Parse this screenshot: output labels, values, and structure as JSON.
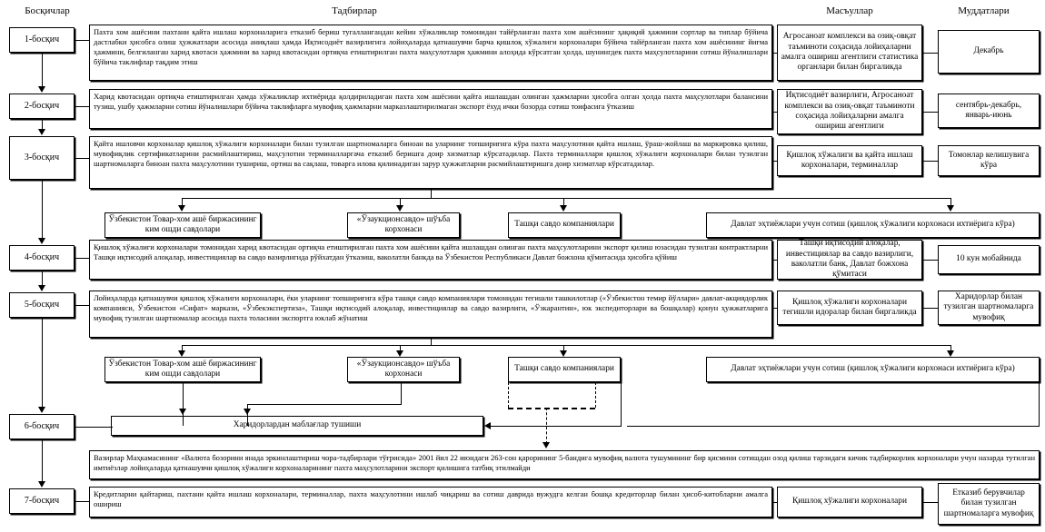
{
  "headers": {
    "stages": "Босқичлар",
    "measures": "Тадбирлар",
    "responsible": "Масъуллар",
    "deadlines": "Муддатлари"
  },
  "stages": [
    {
      "label": "1-босқич"
    },
    {
      "label": "2-босқич"
    },
    {
      "label": "3-босқич"
    },
    {
      "label": "4-босқич"
    },
    {
      "label": "5-босқич"
    },
    {
      "label": "6-босқич"
    },
    {
      "label": "7-босқич"
    }
  ],
  "measures": {
    "m1": "Пахта хом ашёсини пахтани қайта ишлаш корхоналарига етказиб бериш тугаллангандан кейин хўжаликлар томонидан тайёрланган  пахта хом ашёсининг ҳақиқий ҳажмини сортлар ва типлар бўйича дастлабки ҳисобга олиш ҳужжатлари асосида аниқлаш ҳамда Иқтисодиёт вазирлигига лойиҳаларда қатнашувчи барча қишлоқ хўжалиги корхоналари бўйича тайёрланган пахта хом ашёсининг йиғма ҳажмини, белгиланган харид квотаси ҳажмини ва харид квотасидан ортиқча етиштирилган пахта маҳсулотлари ҳажмини алоҳида кўрсатган ҳолда, шунингдек пахта маҳсулотларини сотиш йўналишлари бўйича таклифлар тақдим этиш",
    "m2": "Харид квотасидан ортиқча етиштирилган ҳамда хўжаликлар ихтиёрида қолдириладиган  пахта хом ашёсини қайта ишлашдан олинган ҳажмларни ҳисобга олган ҳолда пахта маҳсулотлари балансини тузиш, ушбу ҳажмларни сотиш йўналишлари бўйича таклифларга мувофиқ ҳажмларни марказлаштирилмаган экспорт ёхуд ички бозорда сотиш тоифасига ўтказиш",
    "m3": "Қайта ишловчи корхоналар қишлоқ хўжалиги корхоналари билан тузилган шартномаларга биноан ва уларнинг топшириғига кўра пахта маҳсулотини қайта ишлаш, ўраш-жойлаш ва маркировка қилиш, мувофиқлик сертификатларини расмийлаштириш, маҳсулотни терминалларгача етказиб беришга доир хизматлар кўрсатадилар. Пахта терминаллари қишлоқ хўжалиги корхоналари билан тузилган шартномаларга биноан пахта маҳсулотини тушириш, ортиш ва сақлаш, товарга илова қилинадиган зарур ҳужжатларни расмийлаштиришга доир хизматлар кўрсатадилар.",
    "m4": "Қишлоқ хўжалиги корхоналари томонидан харид квотасидан ортиқча етиштирилган пахта хом ашёсини қайта ишлашдан олинган пахта маҳсулотларини экспорт қилиш юзасидан тузилган контрактларни Ташқи иқтисодий алоқалар, инвестициялар ва савдо вазирлигида рўйхатдан ўтказиш, ваколатли банкда ва Ўзбекистон Республикаси Давлат божхона қўмитасида ҳисобга қўйиш",
    "m5": "Лойиҳаларда қатнашувчи қишлоқ хўжалиги корхоналари, ёки уларнинг топшириғига кўра ташқи савдо компаниялари томонидан тегишли ташкилотлар («Ўзбекистон темир йўллари» давлат-акциядорлик компанияси, Ўзбекистон «Сифат» маркази, «Ўзбекэкспертиза», Ташқи иқтисодий алоқалар, инвестициялар ва савдо вазирлиги, «Ўзкарантин», юк экспедиторлари ва бошқалар) қонун ҳужжатларига мувофиқ тузилган шартномалар асосида пахта толасини экспортга юклаб жўнатиш",
    "m6": "Харидорлардан маблағлар тушиши",
    "note": "Вазирлар Маҳкамасининг «Валюта бозорини янада эркинлаштириш чора-тадбирлари тўғрисида» 2001 йил 22 июндаги 263-сон қарорининг 5-бандига мувофиқ валюта тушумининг бир қисмини сотишдан озод қилиш тарзидаги кичик тадбиркорлик корхоналари учун назарда тутилган имтиёзлар лойиҳаларда қатнашувчи қишлоқ хўжалиги корхоналарининг пахта маҳсулотларини экспорт қилишига татбиқ этилмайди",
    "m7": "Кредитларни қайтариш, пахтани қайта ишлаш корхоналари, терминаллар, пахта маҳсулотини ишлаб чиқариш ва сотиш даврида вужудга келган бошқа кредиторлар билан ҳисоб-китобларни амалга ошириш"
  },
  "channels_row1": {
    "c1": "Ўзбекистон Товар-хом ашё биржасининг ким ошди савдолари",
    "c2": "«Ўзаукционсавдо» шўъба корхонаси",
    "c3": "Ташқи савдо компаниялари",
    "c4": "Давлат эҳтиёжлари учун сотиш (қишлоқ хўжалиги корхонаси ихтиёрига кўра)"
  },
  "channels_row2": {
    "c1": "Ўзбекистон Товар-хом ашё биржасининг ким ошди савдолари",
    "c2": "«Ўзаукционсавдо» шўъба корхонаси",
    "c3": "Ташқи савдо компаниялари",
    "c4": "Давлат эҳтиёжлари учун сотиш (қишлоқ хўжалиги корхонаси ихтиёрига кўра)"
  },
  "responsible": {
    "r1": "Агросаноат комплекси ва озиқ-овқат таъминоти соҳасида лойиҳаларни амалга ошириш агентлиги статистика органлари билан биргаликда",
    "r2": "Иқтисодиёт вазирлиги, Агросаноат комплекси ва озиқ-овқат таъминоти соҳасида лойиҳаларни амалга ошириш агентлиги",
    "r3": "Қишлоқ хўжалиги ва қайта ишлаш корхоналари, терминаллар",
    "r4": "Ташқи иқтисодий алоқалар, инвестициялар ва савдо вазирлиги, ваколатли банк, Давлат божхона қўмитаси",
    "r5": "Қишлоқ хўжалиги корхоналари тегишли идоралар билан биргаликда",
    "r7": "Қишлоқ хўжалиги корхоналари"
  },
  "deadlines": {
    "d1": "Декабрь",
    "d2": "сентябрь-декабрь, январь-июнь",
    "d3": "Томонлар келишувига кўра",
    "d4": "10 кун мобайнида",
    "d5": "Харидорлар билан тузилган шартномаларга мувофиқ",
    "d7": "Етказиб берувчилар билан тузилган шартномаларга мувофиқ"
  }
}
